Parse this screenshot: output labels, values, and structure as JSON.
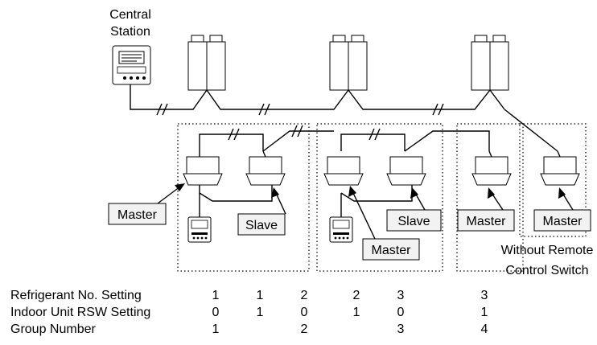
{
  "central_station": {
    "line1": "Central",
    "line2": "Station"
  },
  "labels": {
    "master": "Master",
    "slave": "Slave",
    "without_remote_line1": "Without Remote",
    "without_remote_line2": "Control Switch"
  },
  "table": {
    "rows": [
      {
        "label": "Refrigerant No. Setting",
        "values": [
          "1",
          "1",
          "2",
          "2",
          "3",
          "3"
        ]
      },
      {
        "label": "Indoor Unit RSW Setting",
        "values": [
          "0",
          "1",
          "0",
          "1",
          "0",
          "1"
        ]
      },
      {
        "label": "Group Number",
        "values": [
          "1",
          "",
          "2",
          "",
          "3",
          "4"
        ]
      }
    ]
  }
}
